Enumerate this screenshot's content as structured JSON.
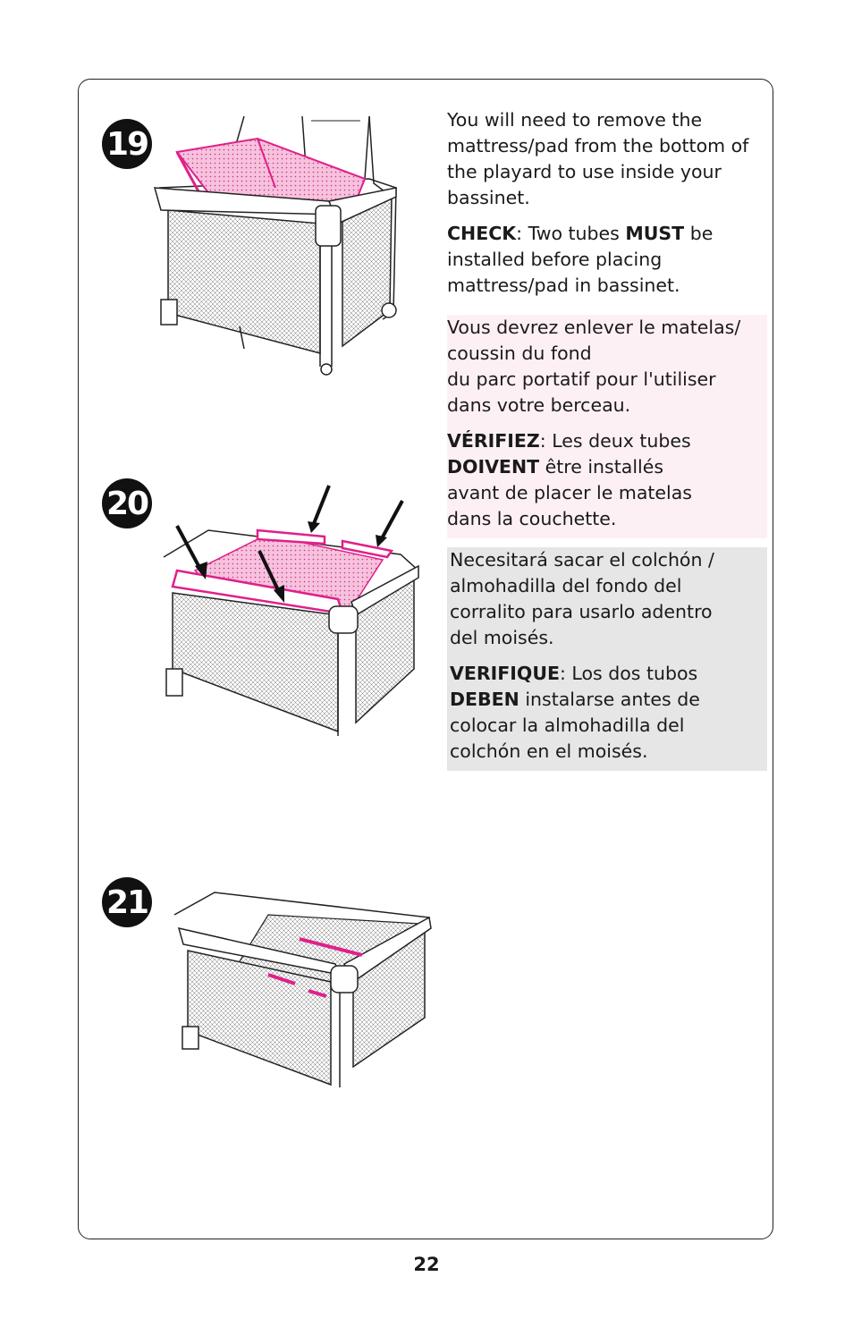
{
  "steps": [
    {
      "number": "19"
    },
    {
      "number": "20"
    },
    {
      "number": "21"
    }
  ],
  "english": {
    "para1": [
      "You will need to remove the",
      "mattress/pad from the bottom of",
      "the playard to use inside your",
      "bassinet."
    ],
    "check_label": "CHECK",
    "check_text1": ": Two tubes ",
    "must_label": "MUST",
    "check_text2": " be",
    "check_line2": "installed before placing",
    "check_line3": "mattress/pad in bassinet."
  },
  "french": {
    "para1": [
      "Vous devrez enlever le matelas/",
      "coussin du fond",
      "du parc portatif pour l'utiliser",
      "dans votre berceau."
    ],
    "check_label": "VÉRIFIEZ",
    "check_text1": ": Les deux tubes",
    "must_label": "DOIVENT",
    "check_text2": " être installés",
    "check_line3": "avant de placer le matelas",
    "check_line4": "dans la couchette."
  },
  "spanish": {
    "para1": [
      "Necesitará sacar el colchón /",
      "almohadilla del fondo del",
      "corralito para usarlo adentro",
      "del moisés."
    ],
    "check_label": "VERIFIQUE",
    "check_text1": ": Los dos tubos",
    "must_label": "DEBEN",
    "check_text2": " instalarse antes de",
    "check_line3": "colocar la almohadilla del",
    "check_line4": "colchón en el moisés."
  },
  "page_number": "22",
  "colors": {
    "accent_pink": "#e0208a",
    "french_bg": "#fdf0f5",
    "spanish_bg": "#e6e6e6"
  }
}
